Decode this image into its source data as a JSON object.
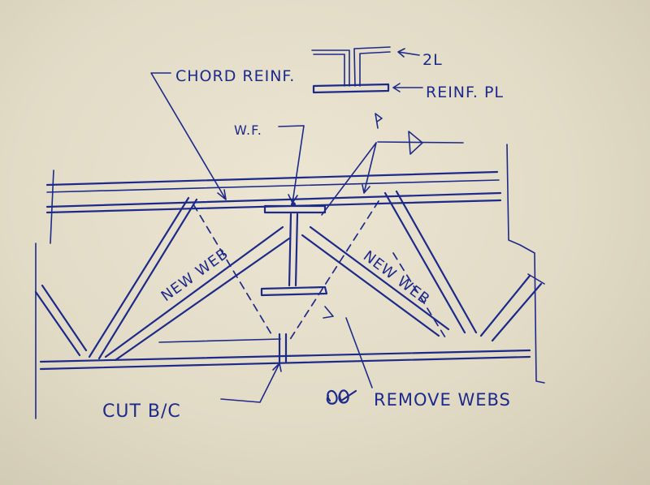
{
  "labels": {
    "chord_reinf": "CHORD REINF.",
    "two_l": "2L",
    "reinf_pl": "REINF. PL",
    "wf": "W.F.",
    "new_web_left": "NEW WEB",
    "new_web_right": "NEW WEB",
    "cut_bc": "CUT B/C",
    "remove_webs": "REMOVE WEBS"
  }
}
